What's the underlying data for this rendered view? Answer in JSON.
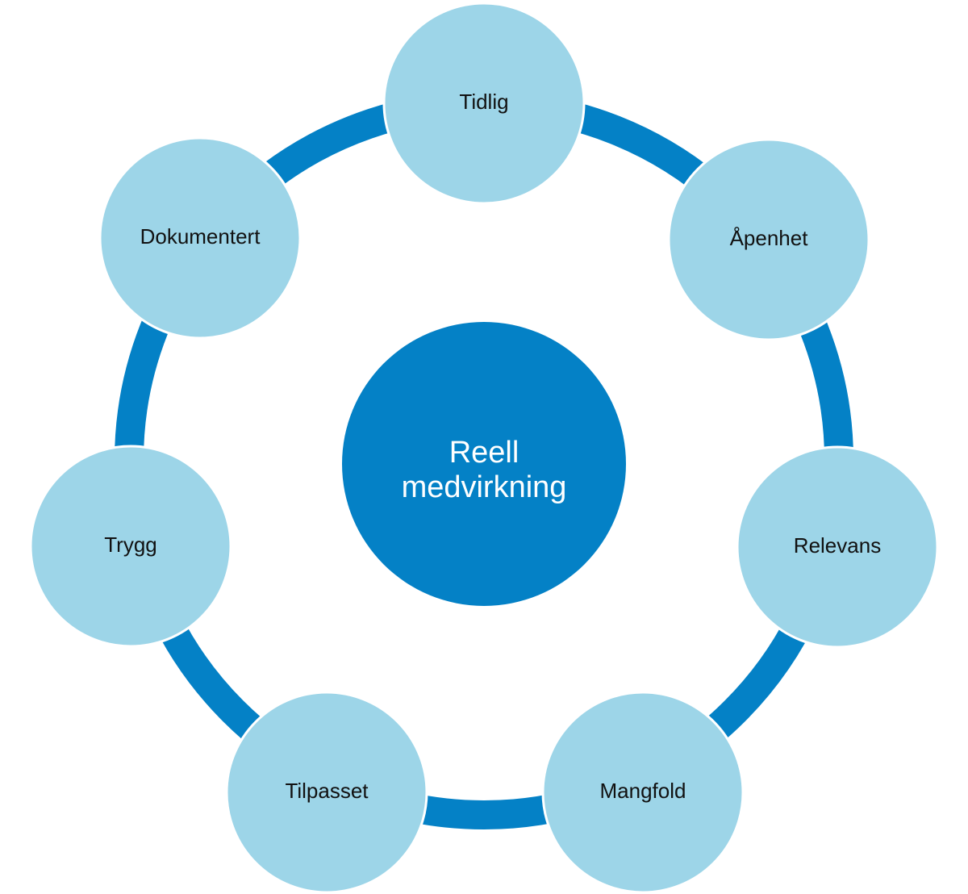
{
  "diagram": {
    "center": {
      "line1": "Reell",
      "line2": "medvirkning"
    },
    "nodes": [
      {
        "label": "Tidlig"
      },
      {
        "label": "Åpenhet"
      },
      {
        "label": "Relevans"
      },
      {
        "label": "Mangfold"
      },
      {
        "label": "Tilpasset"
      },
      {
        "label": "Trygg"
      },
      {
        "label": "Dokumentert"
      }
    ]
  },
  "colors": {
    "ring": "#0481c6",
    "center_fill": "#0481c6",
    "node_fill": "#9dd5e8",
    "node_text": "#111111",
    "center_text": "#ffffff"
  }
}
